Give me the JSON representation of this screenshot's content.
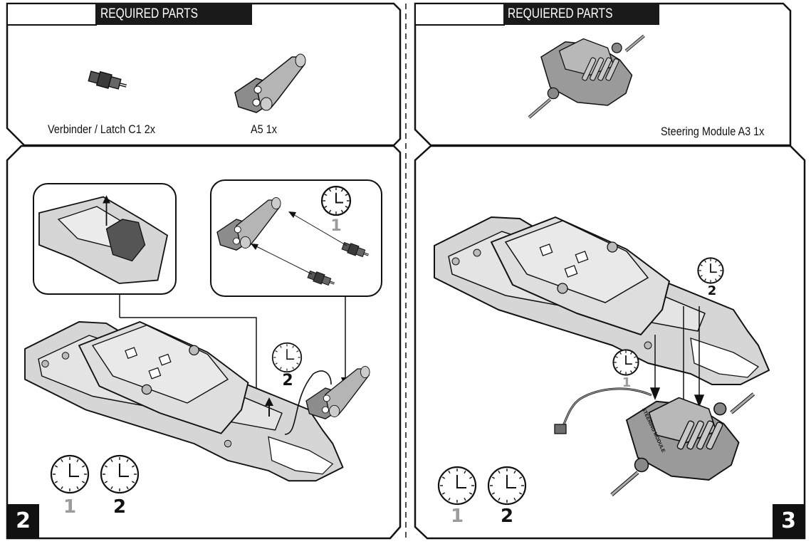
{
  "left_parts": {
    "header": "REQUIRED PARTS",
    "items": [
      {
        "label": "Verbinder / Latch C1  2x"
      },
      {
        "label": "A5  1x"
      }
    ]
  },
  "right_parts": {
    "header": "REQUIERED PARTS",
    "items": [
      {
        "label": "Steering Module A3   1x"
      }
    ]
  },
  "step2": {
    "number": "2",
    "inset_clock_label": "1",
    "main_clock_label": "2",
    "footer_clock_labels": [
      "1",
      "2"
    ]
  },
  "step3": {
    "number": "3",
    "clock_a_label": "2",
    "clock_b_label": "1",
    "footer_clock_labels": [
      "1",
      "2"
    ],
    "module_text": "STEERING MODULE"
  },
  "colors": {
    "ink": "#111111",
    "part_fill": "#d9d9d9",
    "part_dark": "#8a8a8a",
    "muted_number": "#9c9c9c"
  }
}
